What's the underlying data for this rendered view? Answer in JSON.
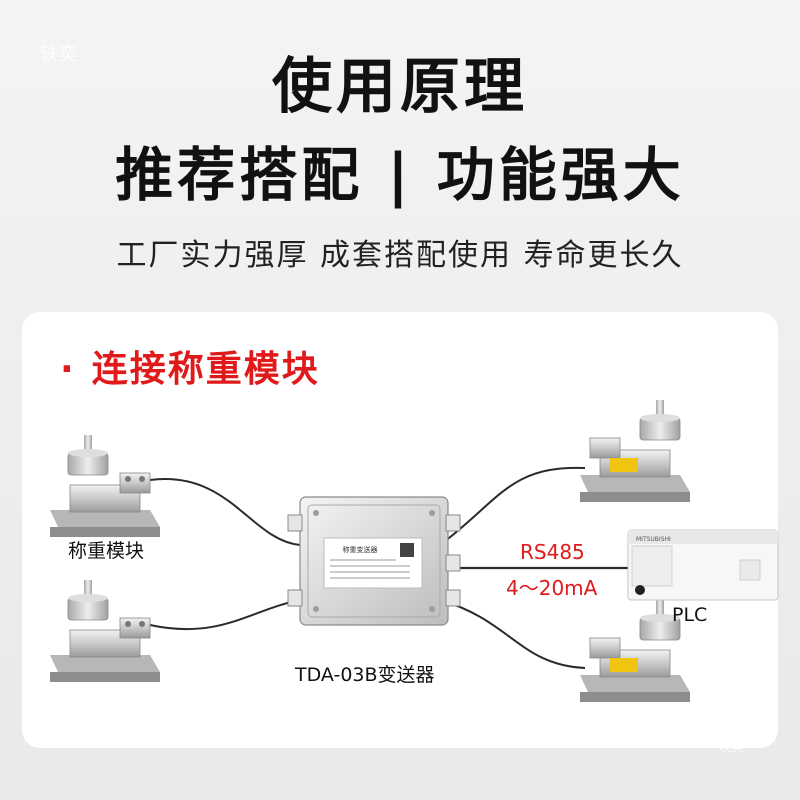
{
  "brand_mark": "轶奕",
  "header": {
    "title_line1": "使用原理",
    "title_line2": "推荐搭配 | 功能强大",
    "tagline": "工厂实力强厚 成套搭配使用 寿命更长久"
  },
  "section": {
    "bullet": "·",
    "title": "连接称重模块"
  },
  "labels": {
    "module": "称重模块",
    "transmitter": "TDA-03B变送器",
    "rs485": "RS485",
    "current": "4～20mA",
    "plc": "PLC"
  },
  "transmitter_nameplate_title": "称重变送器",
  "plc_brand": "MITSUBISHI",
  "watermark": "轶奕",
  "colors": {
    "accent_red": "#e0191b",
    "title": "#111111",
    "panel": "#ffffff",
    "background": "#efefef"
  },
  "icons": [
    "load-cell-module-icon",
    "junction-box-icon",
    "plc-icon",
    "cable-icon"
  ]
}
